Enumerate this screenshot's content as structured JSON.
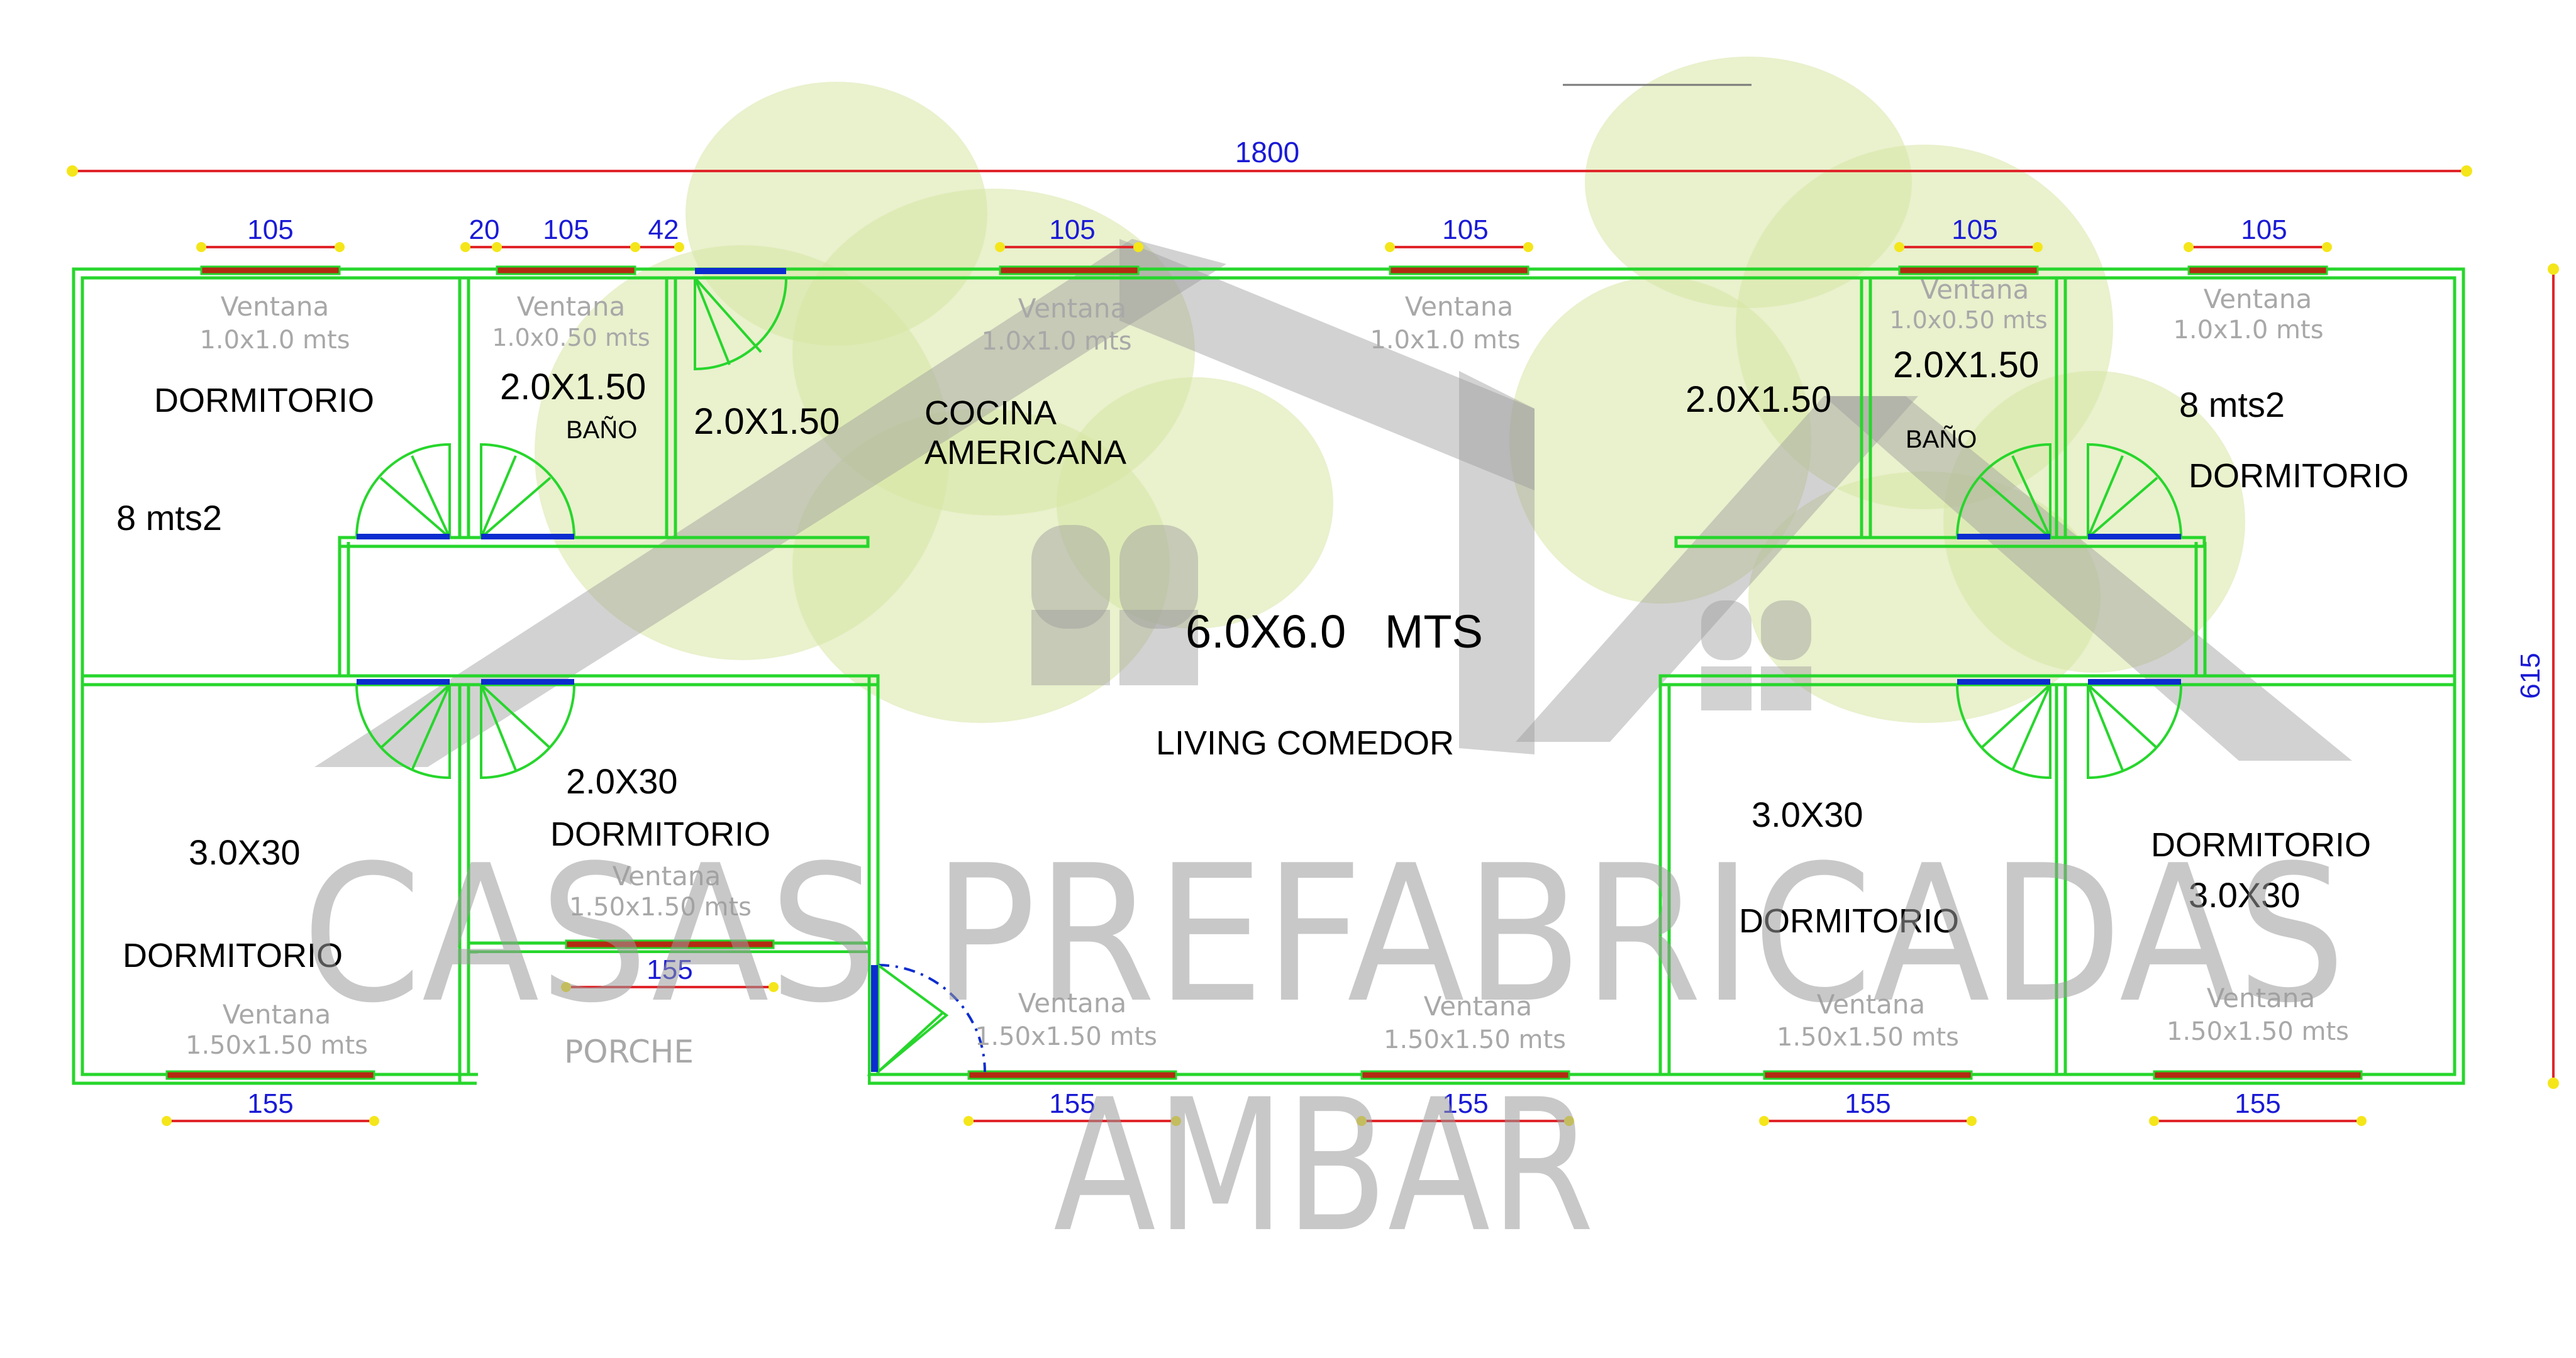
{
  "overall_dimensions": {
    "width": "1800",
    "depth": "615"
  },
  "window_widths": {
    "top": [
      "105",
      "20",
      "105",
      "42",
      "105",
      "105",
      "105",
      "105"
    ],
    "bottom": [
      "155",
      "155",
      "155",
      "155",
      "155",
      "155"
    ]
  },
  "rooms": {
    "dorm_top_left": {
      "name": "DORMITORIO",
      "area": "8 mts2"
    },
    "bath_left": {
      "size": "2.0X1.50",
      "name": "BAÑO"
    },
    "hall_left": {
      "size": "2.0X1.50"
    },
    "kitchen": {
      "line1": "COCINA",
      "line2": "AMERICANA"
    },
    "living": {
      "size": "6.0X6.0   MTS",
      "name": "LIVING COMEDOR"
    },
    "hall_right": {
      "size": "2.0X1.50"
    },
    "bath_right": {
      "size": "2.0X1.50",
      "name": "BAÑO"
    },
    "dorm_top_right": {
      "area": "8 mts2",
      "name": "DORMITORIO"
    },
    "dorm_bottom_left": {
      "size": "3.0X30",
      "name": "DORMITORIO"
    },
    "dorm_mid_left": {
      "size": "2.0X30",
      "name": "DORMITORIO"
    },
    "porch": {
      "name": "PORCHE",
      "window_width": "155"
    },
    "dorm_mid_right": {
      "size": "3.0X30",
      "name": "DORMITORIO"
    },
    "dorm_bottom_right": {
      "name": "DORMITORIO",
      "size": "3.0X30"
    }
  },
  "window_notes": {
    "top": [
      {
        "label": "Ventana",
        "size": "1.0x1.0  mts"
      },
      {
        "label": "Ventana",
        "size": "1.0x0.50  mts"
      },
      {
        "label": "Ventana",
        "size": "1.0x1.0  mts"
      },
      {
        "label": "Ventana",
        "size": "1.0x1.0  mts"
      },
      {
        "label": "Ventana",
        "size": "1.0x0.50  mts"
      },
      {
        "label": "Ventana",
        "size": "1.0x1.0  mts"
      }
    ],
    "bottom": [
      {
        "label": "Ventana",
        "size": "1.50x1.50  mts"
      },
      {
        "label": "Ventana",
        "size": "1.50x1.50  mts"
      },
      {
        "label": "Ventana",
        "size": "1.50x1.50  mts"
      },
      {
        "label": "Ventana",
        "size": "1.50x1.50  mts"
      },
      {
        "label": "Ventana",
        "size": "1.50x1.50  mts"
      },
      {
        "label": "Ventana",
        "size": "1.50x1.50  mts"
      }
    ]
  },
  "watermark": {
    "line1": "CASAS PREFABRICADAS",
    "line2": "AMBAR"
  },
  "colors": {
    "walls": "#27d62c",
    "dimension_text": "#1a1ad6",
    "dimension_line": "#e0262b",
    "window_bar": "#b32b12",
    "door_leaf": "#0b2dcf"
  }
}
